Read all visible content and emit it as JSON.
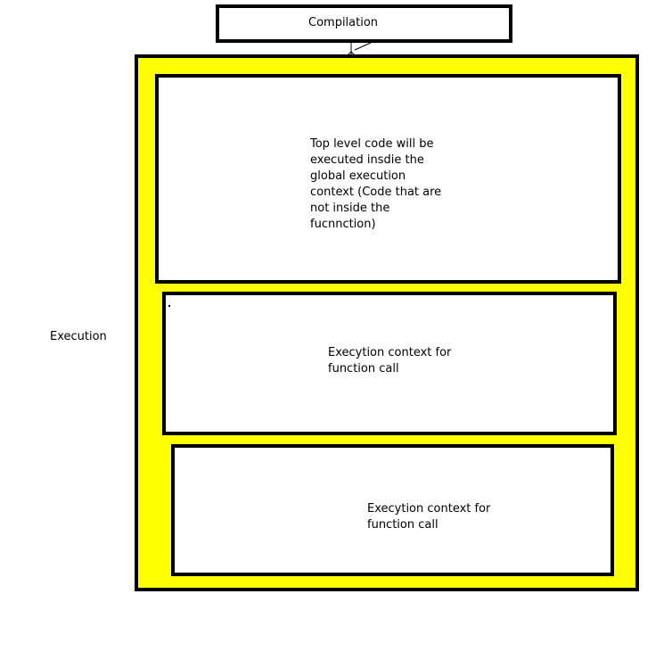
{
  "diagram": {
    "compilation": {
      "label": "Compilation"
    },
    "execution": {
      "label": "Execution"
    },
    "global_context": {
      "text": "Top level code will be\nexecuted insdie the\nglobal execution\ncontext (Code that are\nnot inside the\nfucnnction)"
    },
    "function_contexts": [
      {
        "text": "Execytion context for\nfunction call"
      },
      {
        "text": "Execytion context for\nfunction call"
      }
    ]
  },
  "colors": {
    "execution_fill": "#ffff00",
    "box_fill": "#ffffff",
    "border": "#000000"
  }
}
